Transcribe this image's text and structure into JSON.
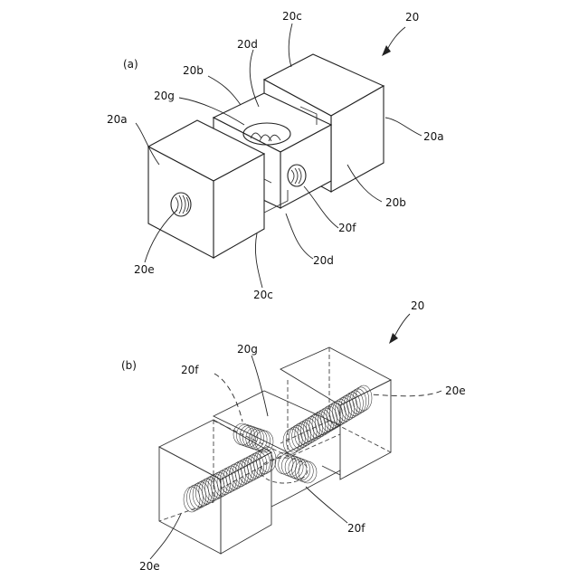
{
  "figure_a": {
    "panel_label": "(a)",
    "ref_main": "20",
    "labels": {
      "c_top": "20c",
      "d_top": "20d",
      "b_top": "20b",
      "g": "20g",
      "a_left": "20a",
      "a_right": "20a",
      "b_right": "20b",
      "f": "20f",
      "d_bottom": "20d",
      "e": "20e",
      "c_bottom": "20c"
    }
  },
  "figure_b": {
    "panel_label": "(b)",
    "ref_main": "20",
    "labels": {
      "g": "20g",
      "f_top": "20f",
      "e_right": "20e",
      "f_bottom": "20f",
      "e_bottom": "20e"
    }
  },
  "colors": {
    "ink": "#222222",
    "paper": "#ffffff"
  }
}
